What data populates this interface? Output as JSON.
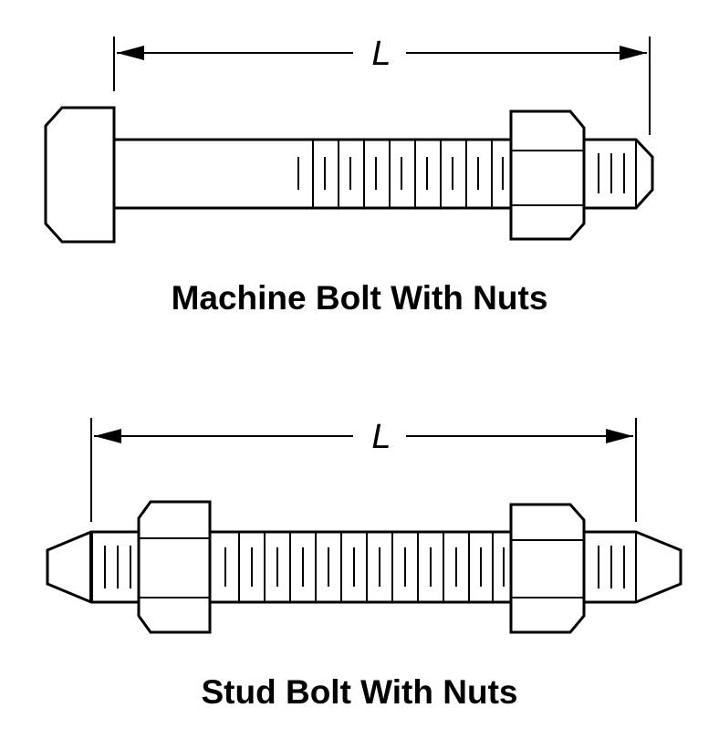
{
  "diagrams": {
    "machine_bolt": {
      "caption": "Machine Bolt With Nuts",
      "dimension_label": "L"
    },
    "stud_bolt": {
      "caption": "Stud Bolt With Nuts",
      "dimension_label": "L"
    }
  },
  "colors": {
    "stroke": "#000000",
    "fill": "#ffffff"
  }
}
